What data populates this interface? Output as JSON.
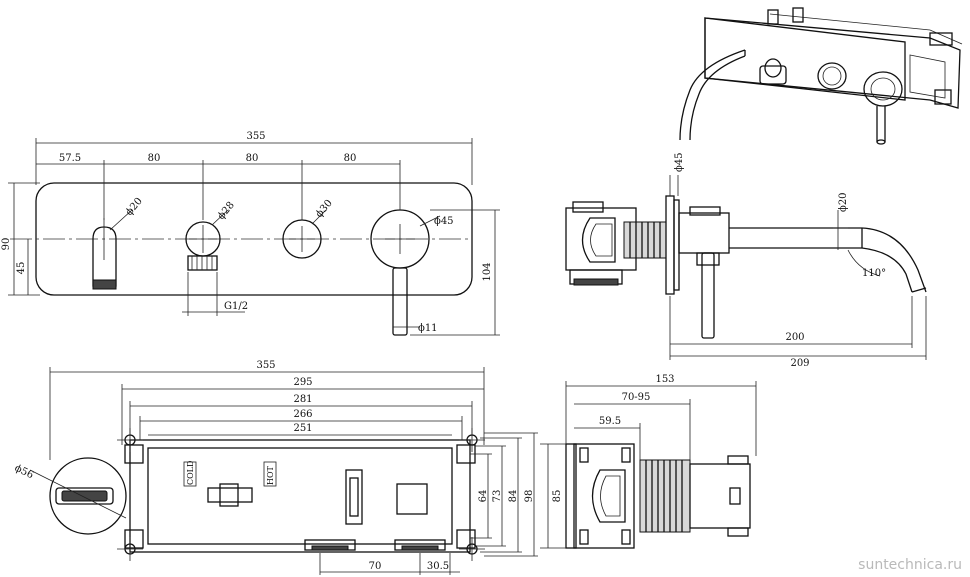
{
  "front_view": {
    "overall_width": "355",
    "spacing_1": "57.5",
    "spacing_2": "80",
    "spacing_3": "80",
    "spacing_4": "80",
    "height": "90",
    "center_height": "45",
    "handle_drop": "104",
    "spout_dia": "ϕ20",
    "diverter_dia": "ϕ28",
    "knob_dia": "ϕ30",
    "lever_dia": "ϕ45",
    "lever_shaft_dia": "ϕ11",
    "thread": "G1/2"
  },
  "side_view": {
    "flange_dia": "ϕ45",
    "spout_dia": "ϕ20",
    "bend_angle": "110°",
    "reach_1": "200",
    "reach_2": "209"
  },
  "rough_in_top": {
    "w1": "355",
    "w2": "295",
    "w3": "281",
    "w4": "266",
    "w5": "251",
    "knockout_dia": "ϕ56",
    "h1": "64",
    "h2": "73",
    "h3": "84",
    "h4": "98",
    "off1": "70",
    "off2": "30.5",
    "label_cold": "COLD",
    "label_hot": "HOT"
  },
  "rough_in_side": {
    "depth": "153",
    "depth_range": "70-95",
    "depth_min": "59.5",
    "height": "85"
  },
  "watermark": "suntechnica.ru"
}
